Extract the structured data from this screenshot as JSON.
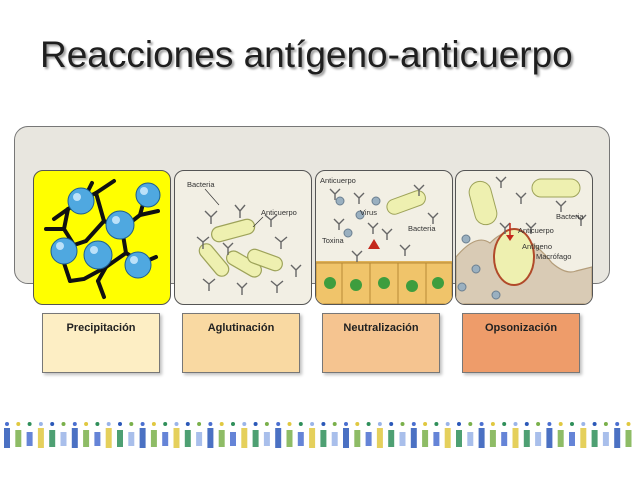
{
  "slide": {
    "title": "Reacciones antígeno-anticuerpo"
  },
  "panels": [
    {
      "name": "precipitacion",
      "label": "Precipitación",
      "color": "#fdeec4"
    },
    {
      "name": "aglutinacion",
      "label": "Aglutinación",
      "color": "#f9d9a2"
    },
    {
      "name": "neutralizacion",
      "label": "Neutralización",
      "color": "#f5c490"
    },
    {
      "name": "opsonizacion",
      "label": "Opsonización",
      "color": "#ee9c6a"
    }
  ],
  "annotations": {
    "aglutinacion": {
      "bacteria": "Bacteria",
      "anticuerpo": "Anticuerpo"
    },
    "neutralizacion": {
      "anticuerpo": "Anticuerpo",
      "virus": "Virus",
      "bacteria": "Bacteria",
      "toxina": "Toxina"
    },
    "opsonizacion": {
      "bacteria": "Bacteria",
      "anticuerpo": "Anticuerpo",
      "antigeno": "Antígeno",
      "macrofago": "Macrófago"
    }
  },
  "colors": {
    "precip_bg": "#ffff00",
    "antigen_sphere": "#4fa8e0",
    "bacteria_fill": "#eef0b0",
    "cell_fill": "#f0c46a"
  }
}
